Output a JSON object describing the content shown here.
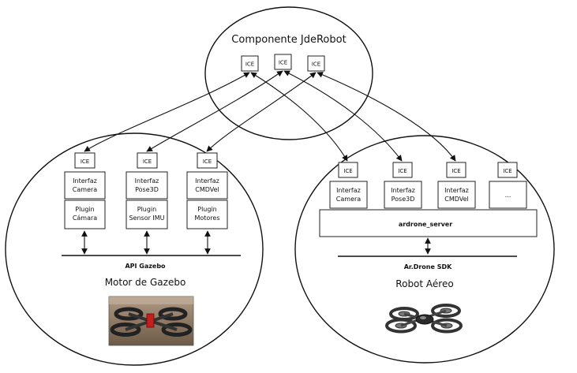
{
  "jderobot": {
    "title": "Componente JdeRobot",
    "ice_labels": [
      "ICE",
      "ICE",
      "ICE"
    ]
  },
  "gazebo": {
    "ice_labels": [
      "ICE",
      "ICE",
      "ICE"
    ],
    "interfaces": [
      {
        "line1": "Interfaz",
        "line2": "Camera"
      },
      {
        "line1": "Interfaz",
        "line2": "Pose3D"
      },
      {
        "line1": "Interfaz",
        "line2": "CMDVel"
      }
    ],
    "plugins": [
      {
        "line1": "Plugin",
        "line2": "Cámara"
      },
      {
        "line1": "Plugin",
        "line2": "Sensor IMU"
      },
      {
        "line1": "Plugin",
        "line2": "Motores"
      }
    ],
    "api_label": "API Gazebo",
    "title": "Motor de Gazebo"
  },
  "drone": {
    "ice_labels": [
      "ICE",
      "ICE",
      "ICE",
      "ICE"
    ],
    "interfaces": [
      {
        "line1": "Interfaz",
        "line2": "Camera"
      },
      {
        "line1": "Interfaz",
        "line2": "Pose3D"
      },
      {
        "line1": "Interfaz",
        "line2": "CMDVel"
      }
    ],
    "ellipsis": "...",
    "server_label": "ardrone_server",
    "sdk_label": "Ar.Drone SDK",
    "title": "Robot Aéreo"
  }
}
